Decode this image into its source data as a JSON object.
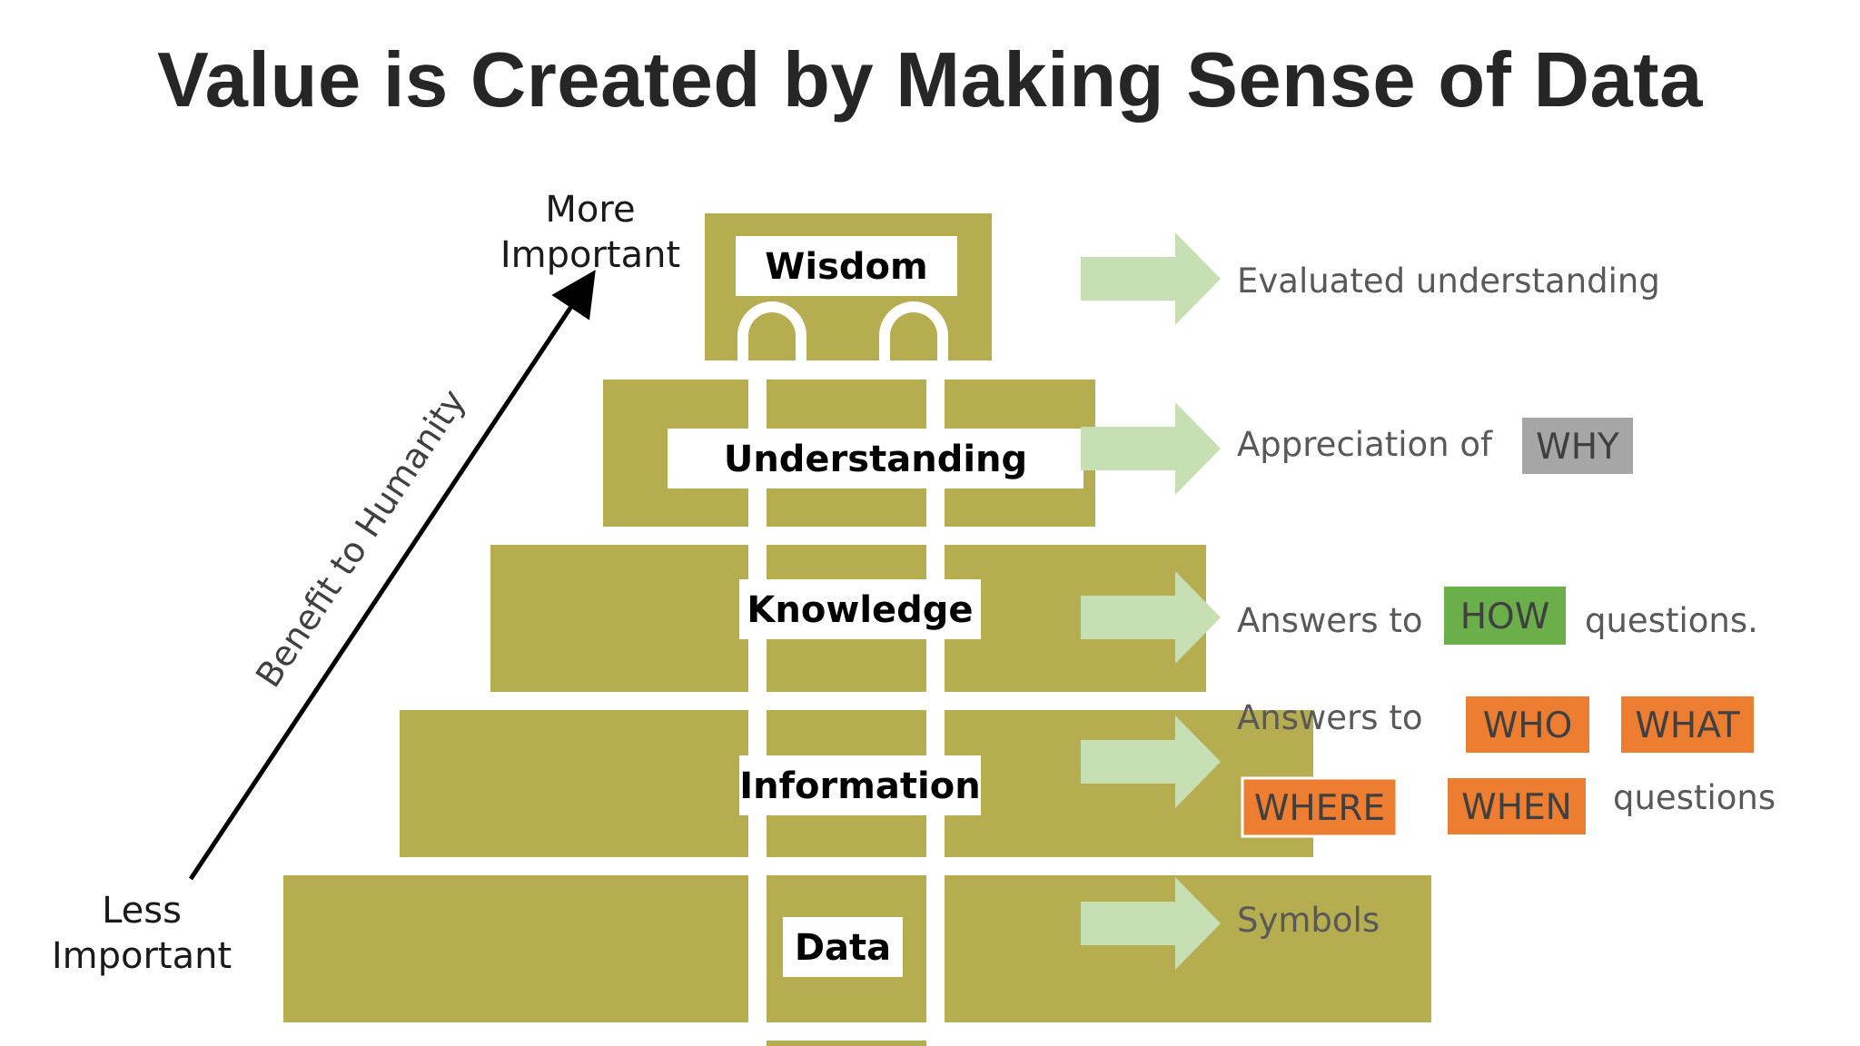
{
  "title": "Value is Created by Making Sense of Data",
  "axis": {
    "top_line1": "More",
    "top_line2": "Important",
    "bottom_line1": "Less",
    "bottom_line2": "Important",
    "diagonal": "Benefit to Humanity"
  },
  "levels": {
    "wisdom": "Wisdom",
    "understanding": "Understanding",
    "knowledge": "Knowledge",
    "information": "Information",
    "data": "Data"
  },
  "descriptions": {
    "wisdom": "Evaluated understanding",
    "understanding_prefix": "Appreciation of",
    "understanding_tag": "WHY",
    "knowledge_prefix": "Answers to",
    "knowledge_tag": "HOW",
    "knowledge_suffix": "questions.",
    "information_prefix": "Answers to",
    "information_tags": [
      "WHO",
      "WHAT",
      "WHERE",
      "WHEN"
    ],
    "information_suffix": "questions",
    "data": "Symbols"
  },
  "colors": {
    "pyramid": "#b5ad4f",
    "arrow": "#c6e0b4",
    "tag_why": "#a6a6a6",
    "tag_how": "#6aaf4a",
    "tag_orange": "#ed7d31",
    "title_text": "#262626",
    "desc_text": "#595959"
  }
}
